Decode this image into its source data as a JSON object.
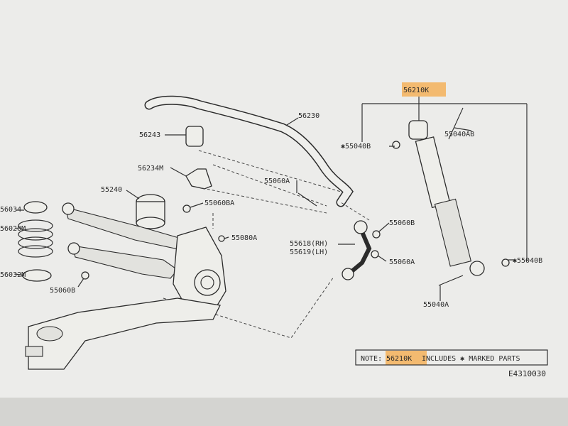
{
  "diagram": {
    "drawing_code": "E4310030",
    "note": {
      "prefix": "NOTE:",
      "part": "56210K",
      "suffix": "INCLUDES ✱ MARKED PARTS"
    },
    "labels": {
      "p56210K": "56210K",
      "p56230": "56230",
      "p56243": "56243",
      "p56234M": "56234M",
      "p55240": "55240",
      "p55060A_top": "55060A",
      "p55060BA": "55060BA",
      "p55080A": "55080A",
      "p55060B_right": "55060B",
      "p55618": "55618(RH)",
      "p55619": "55619(LH)",
      "p55060A_mid": "55060A",
      "p55040B_top": "✱55040B",
      "p55040AB": "55040AB",
      "p55040B_low": "✱55040B",
      "p55040A": "55040A",
      "p55060B_left": "55060B",
      "p56034": "56034",
      "p56020M": "56020M",
      "p56032M": "56032M"
    }
  }
}
